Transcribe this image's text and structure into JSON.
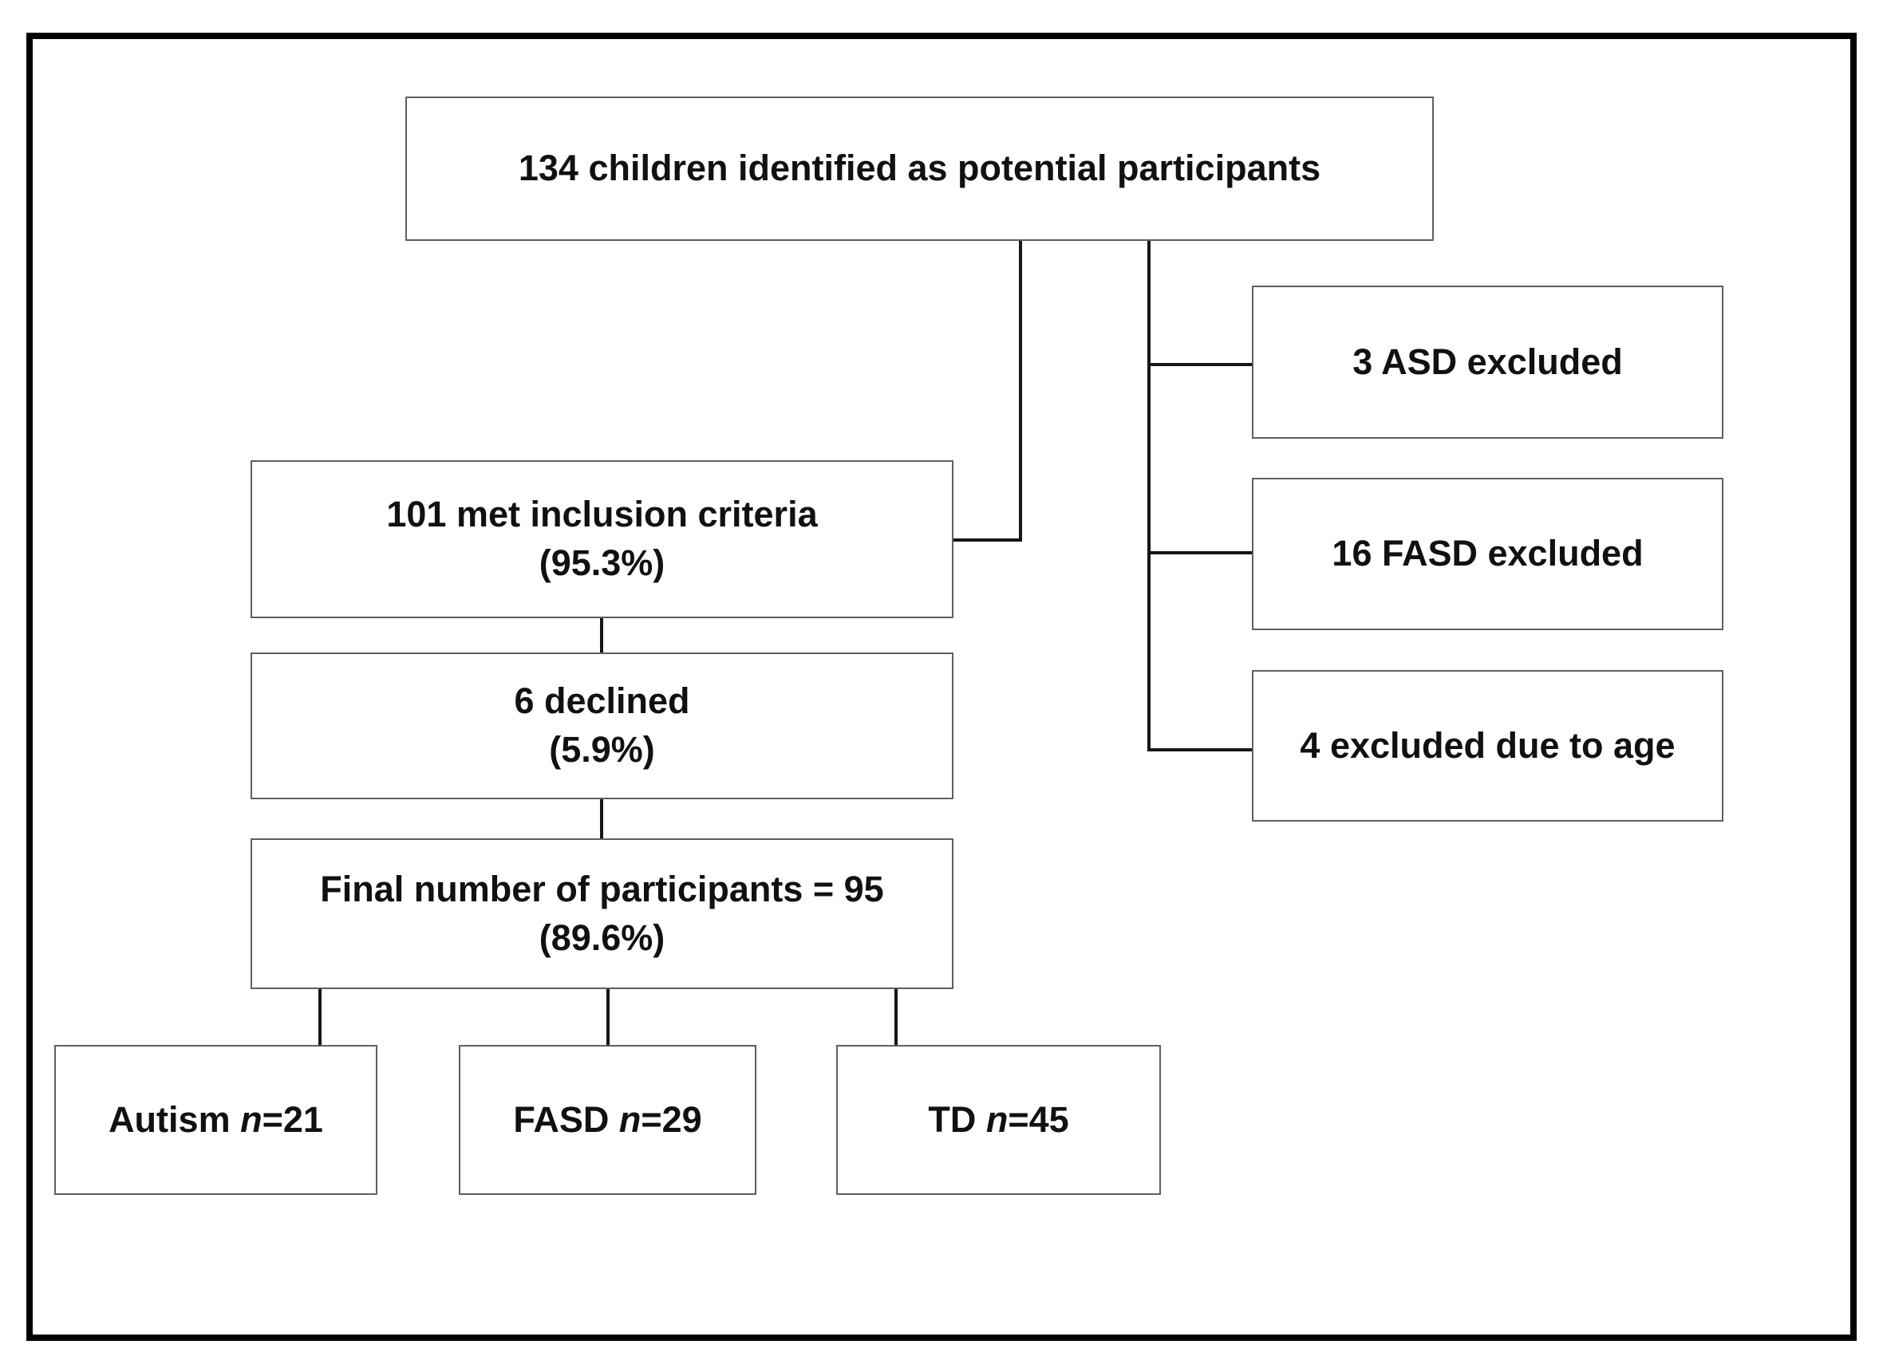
{
  "figure": {
    "description": "Participant enrollment flow diagram",
    "colors": {
      "page_background": "#ffffff",
      "outer_frame": "#000000",
      "box_border": "#5f5f5f",
      "connector": "#161616",
      "text": "#111111"
    },
    "boxes": {
      "identified": {
        "text": "134 children identified as potential participants"
      },
      "met_criteria": {
        "line1": "101 met inclusion criteria",
        "line2": "(95.3%)"
      },
      "declined": {
        "line1": "6 declined",
        "line2": "(5.9%)"
      },
      "final_count": {
        "line1": "Final number of participants = 95",
        "line2": "(89.6%)"
      },
      "group_autism": {
        "pre": "Autism ",
        "n": "n",
        "post": "=21"
      },
      "group_fasd": {
        "pre": "FASD ",
        "n": "n",
        "post": "=29"
      },
      "group_td": {
        "pre": "TD ",
        "n": "n",
        "post": "=45"
      },
      "excluded_asd": {
        "text": "3 ASD excluded"
      },
      "excluded_fasd": {
        "text": "16 FASD excluded"
      },
      "excluded_age": {
        "text": "4 excluded due to age"
      }
    }
  }
}
